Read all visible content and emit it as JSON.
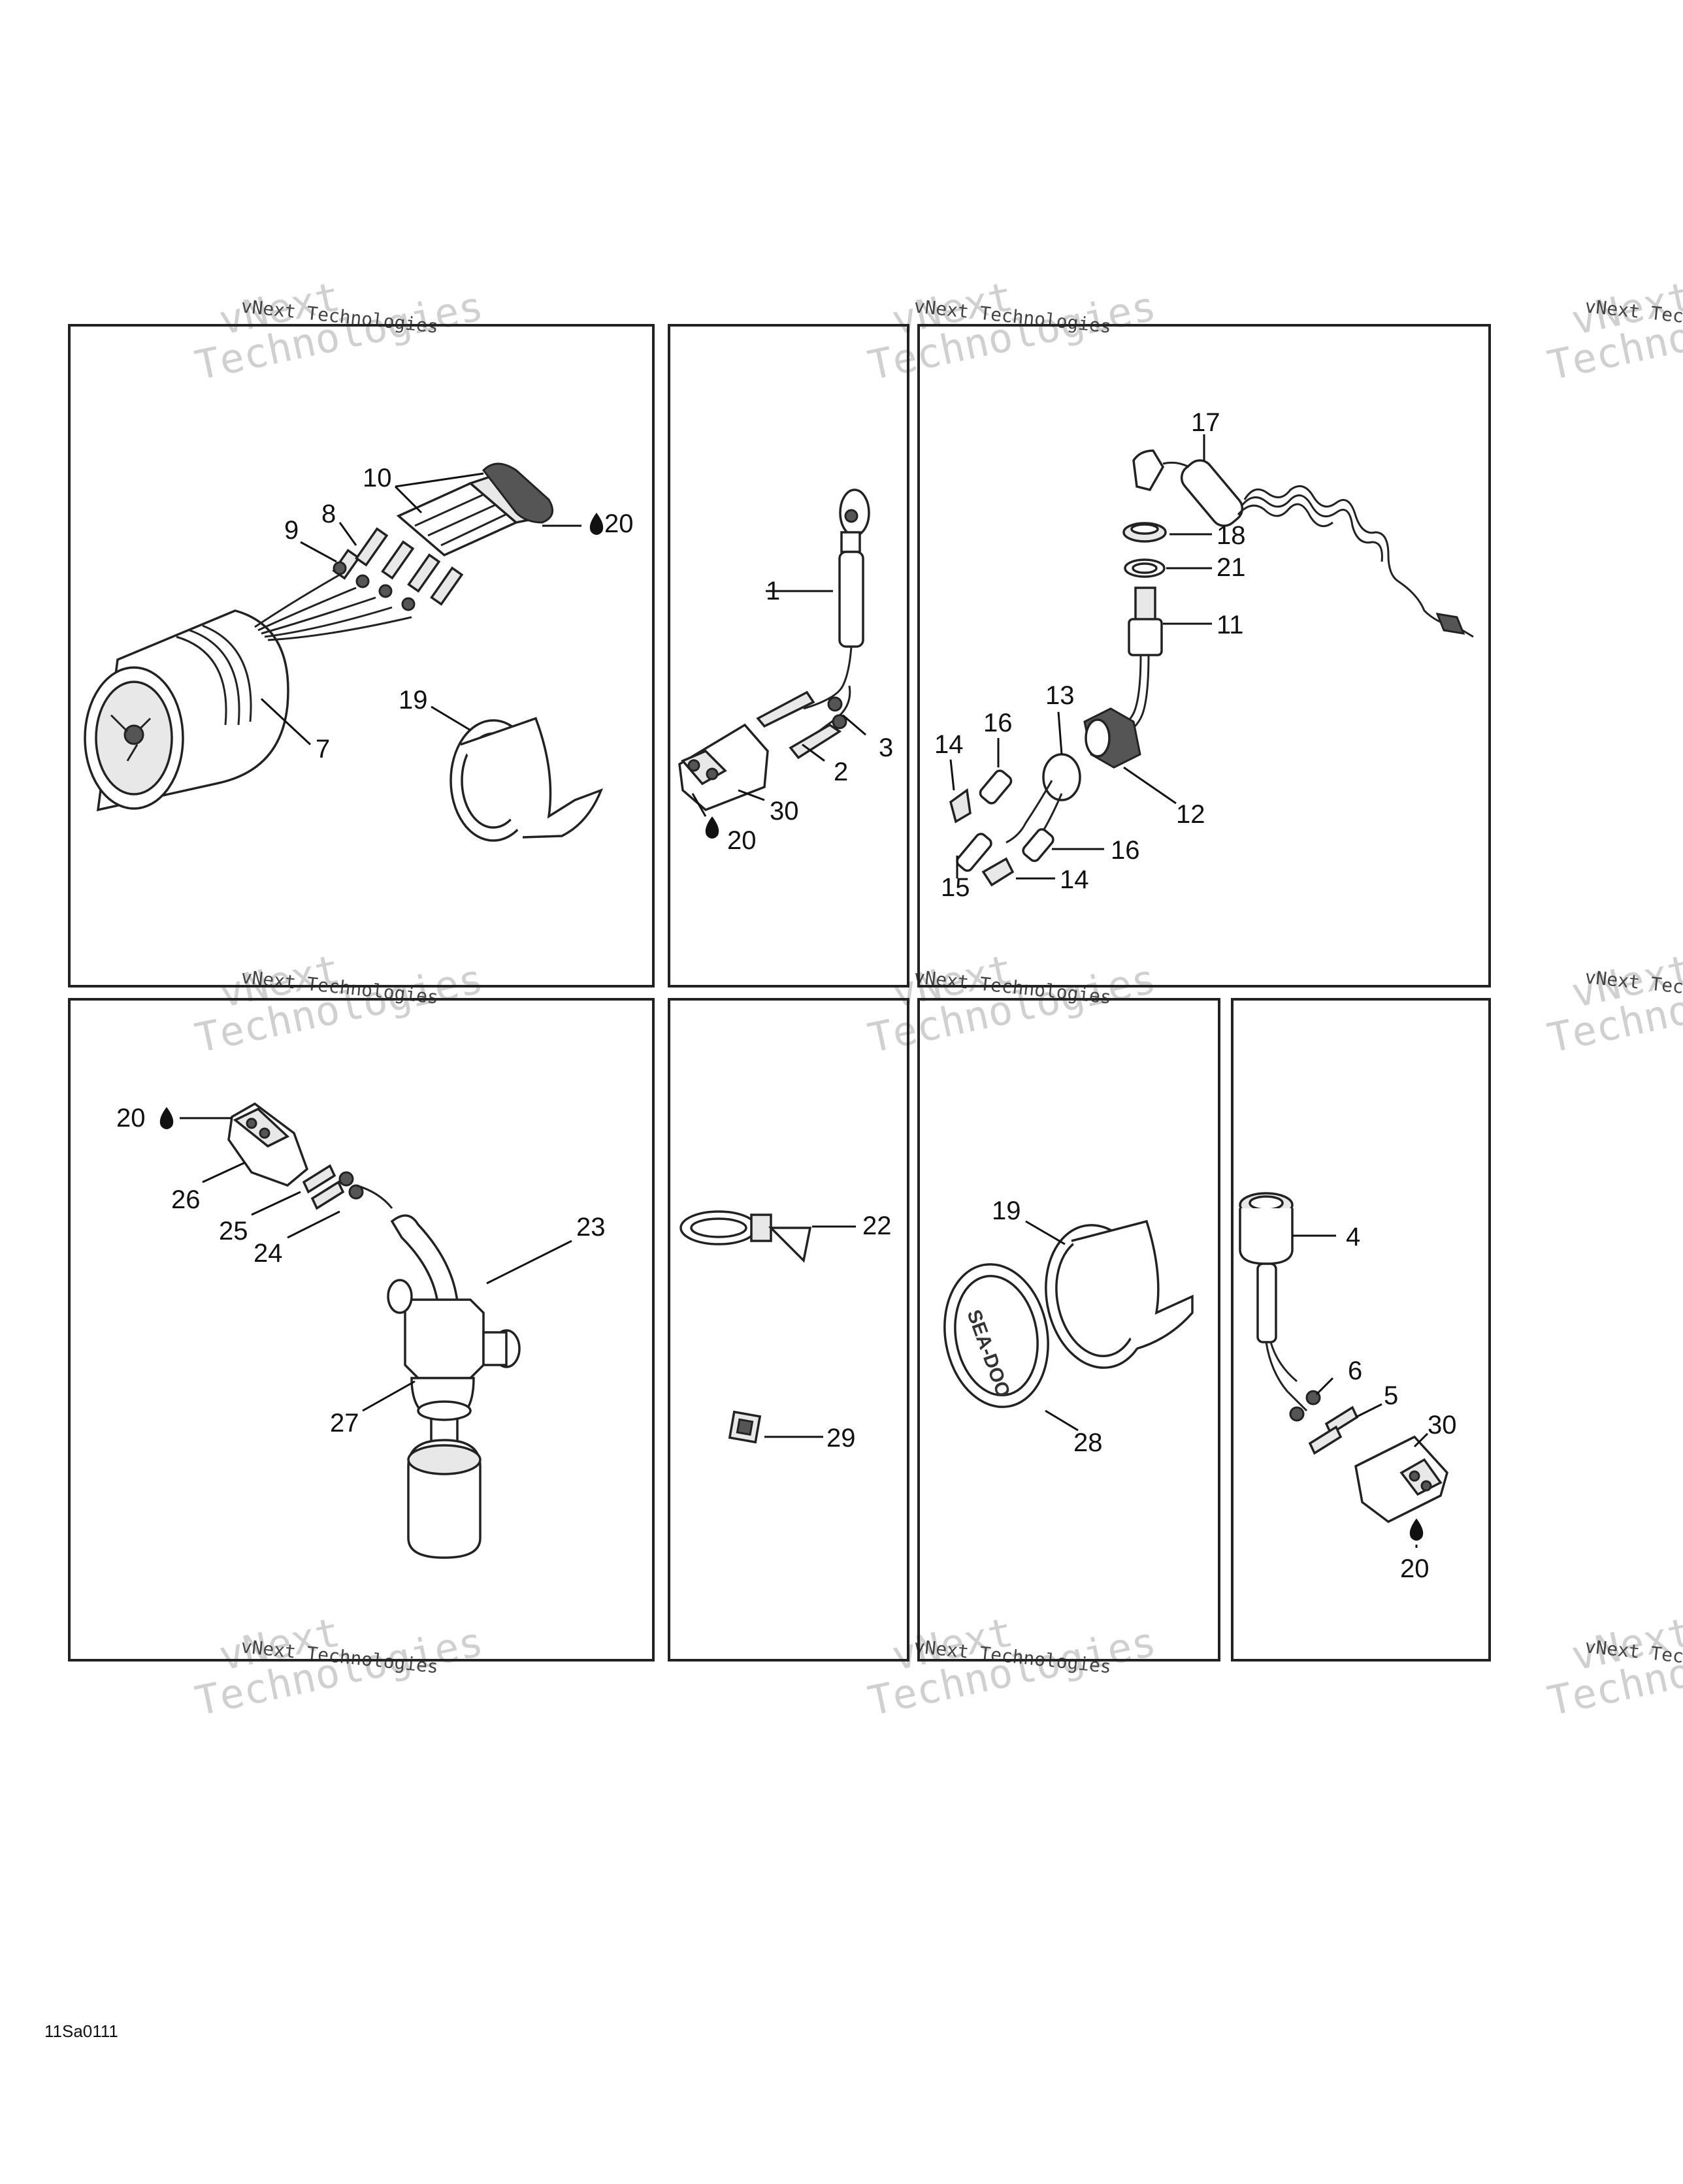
{
  "watermark": {
    "text_a": "vNext",
    "text_b": "Technologies",
    "text_full": "vNext Technologies"
  },
  "reference_code": "11Sa0111",
  "callouts": {
    "p1": [
      "10",
      "8",
      "9",
      "20",
      "19",
      "7"
    ],
    "p2": [
      "1",
      "3",
      "2",
      "30",
      "20"
    ],
    "p3": [
      "17",
      "18",
      "21",
      "11",
      "13",
      "16",
      "14",
      "12",
      "16",
      "15",
      "14"
    ],
    "p4": [
      "20",
      "26",
      "25",
      "24",
      "23",
      "27"
    ],
    "p5": [
      "22",
      "29"
    ],
    "p6": [
      "19",
      "28"
    ],
    "p7": [
      "4",
      "6",
      "5",
      "30",
      "20"
    ]
  },
  "icons": {
    "lubricant": "oil-drop-icon",
    "brand_cap_text": "SEA-DOO"
  }
}
